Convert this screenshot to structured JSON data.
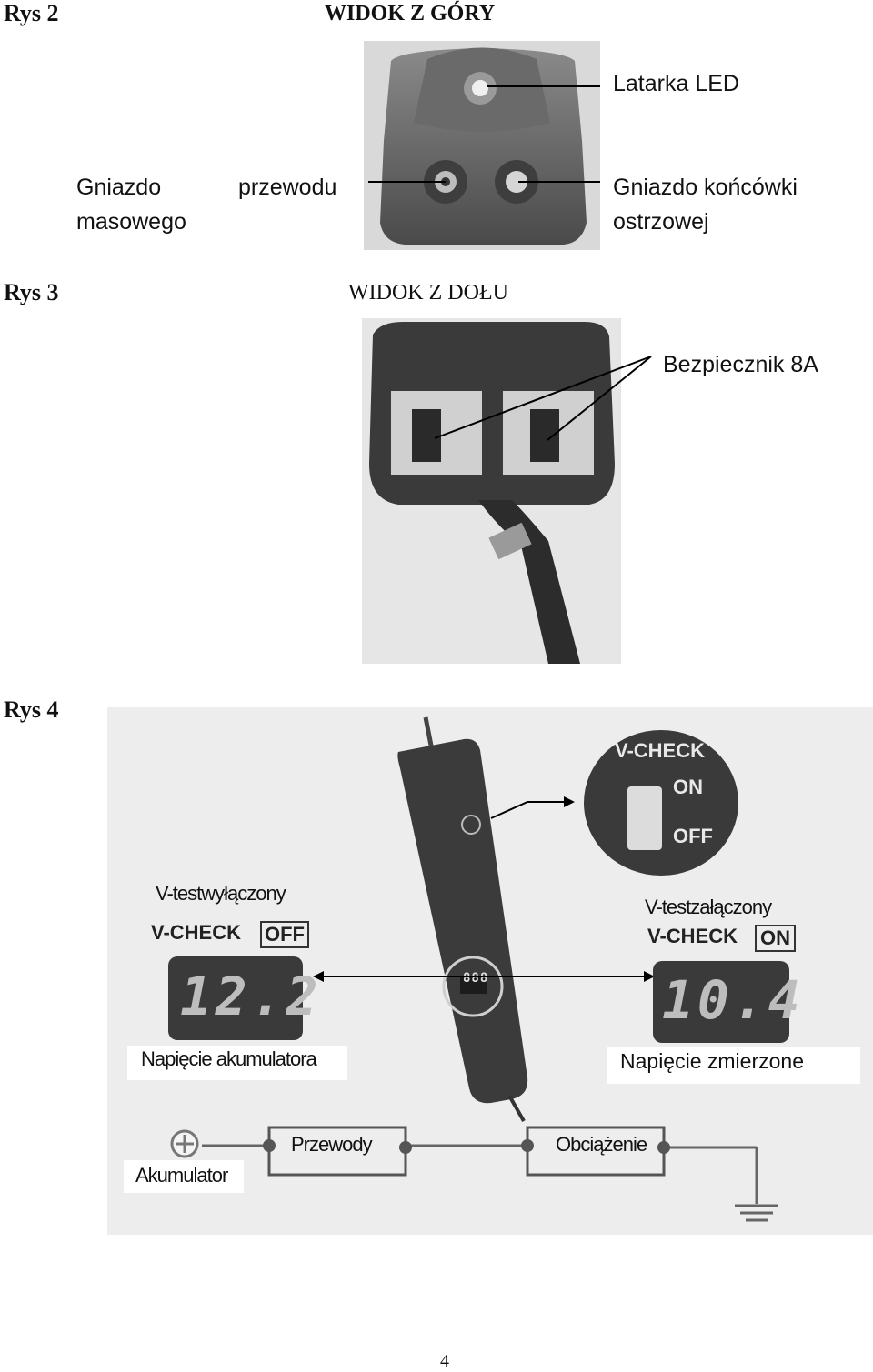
{
  "rys2": {
    "label": "Rys 2",
    "title": "WIDOK Z GÓRY",
    "callouts": {
      "led": "Latarka LED",
      "ground_socket_line1": "Gniazdo",
      "ground_socket_line2": "masowego",
      "ground_socket_line3": "przewodu",
      "tip_socket_line1": "Gniazdo końcówki",
      "tip_socket_line2": "ostrzowej"
    }
  },
  "rys3": {
    "label": "Rys 3",
    "title": "WIDOK Z DOŁU",
    "callouts": {
      "fuse": "Bezpiecznik 8A"
    }
  },
  "rys4": {
    "label": "Rys 4",
    "inset": {
      "header": "V-CHECK",
      "on": "ON",
      "off": "OFF"
    },
    "left": {
      "caption": "V-testwyłączony",
      "vcheck": "V-CHECK",
      "state": "OFF",
      "display": "12.2",
      "footer": "Napięcie akumulatora"
    },
    "right": {
      "caption": "V-testzałączony",
      "vcheck": "V-CHECK",
      "state": "ON",
      "display": "10.4",
      "footer": "Napięcie zmierzone"
    },
    "device_display": "888",
    "circuit": {
      "battery": "Akumulator",
      "wires": "Przewody",
      "load": "Obciążenie"
    }
  },
  "page_number": "4"
}
